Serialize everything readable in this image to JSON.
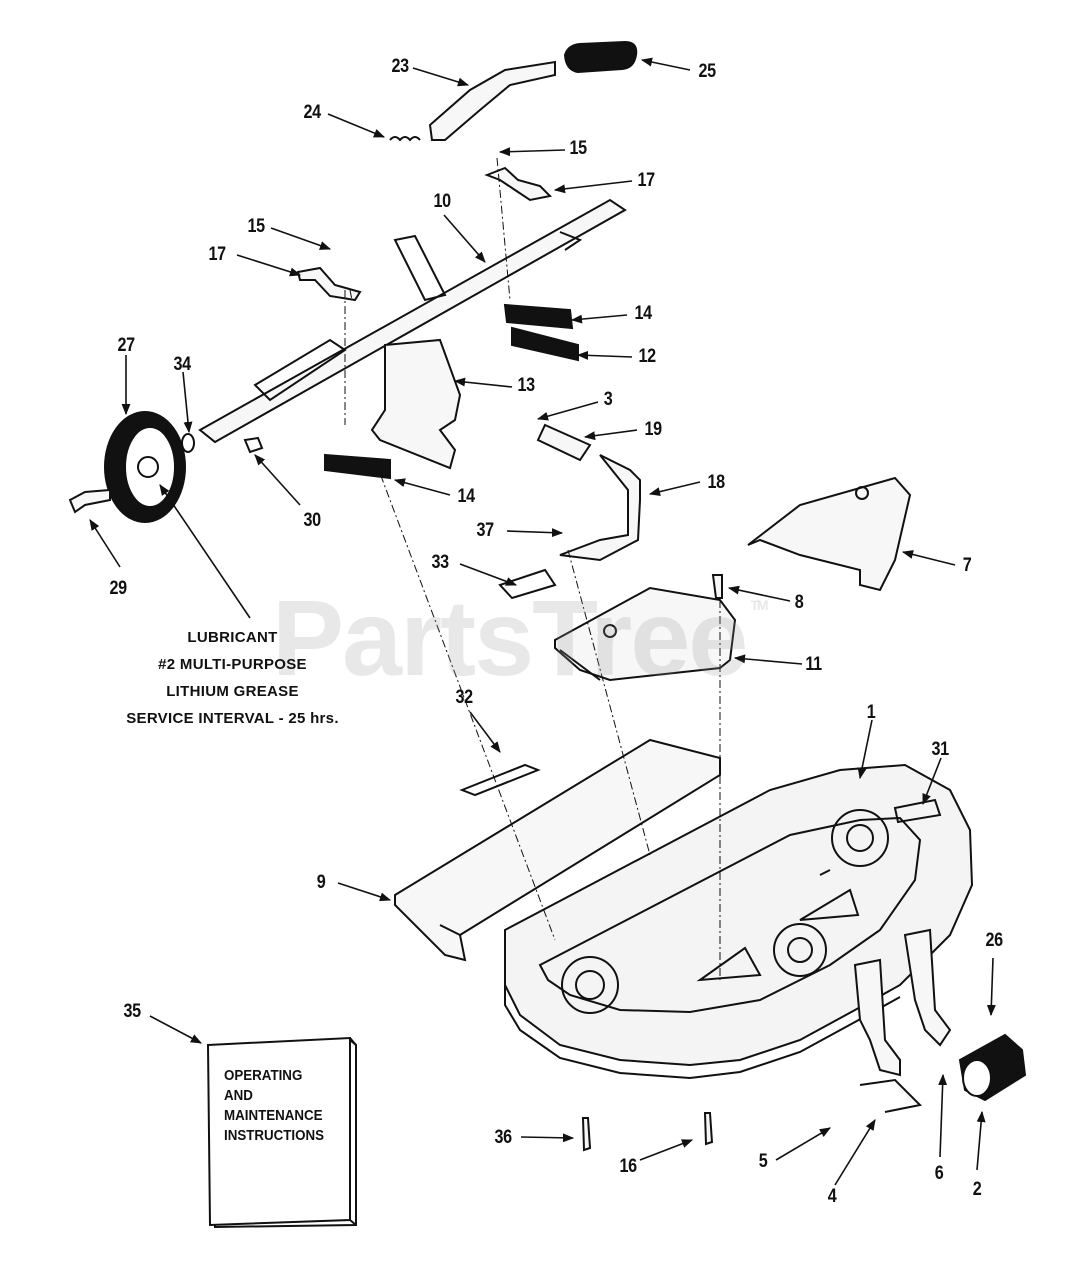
{
  "watermark": {
    "text": "PartsTree",
    "mark": "TM"
  },
  "lubricant_note": {
    "line1": "LUBRICANT",
    "line2": "#2 MULTI-PURPOSE",
    "line3": "LITHIUM GREASE",
    "line4": "SERVICE INTERVAL - 25 hrs."
  },
  "manual": {
    "line1": "OPERATING",
    "line2": "AND",
    "line3": "MAINTENANCE",
    "line4": "INSTRUCTIONS"
  },
  "callouts": {
    "c1": "1",
    "c2": "2",
    "c3": "3",
    "c4": "4",
    "c5": "5",
    "c6": "6",
    "c7": "7",
    "c8": "8",
    "c9": "9",
    "c10": "10",
    "c11": "11",
    "c12": "12",
    "c13": "13",
    "c14a": "14",
    "c14b": "14",
    "c15a": "15",
    "c15b": "15",
    "c16": "16",
    "c17a": "17",
    "c17b": "17",
    "c18": "18",
    "c19": "19",
    "c23": "23",
    "c24": "24",
    "c25": "25",
    "c26": "26",
    "c27": "27",
    "c29": "29",
    "c30": "30",
    "c31": "31",
    "c32": "32",
    "c33": "33",
    "c34": "34",
    "c35": "35",
    "c36": "36",
    "c37": "37"
  }
}
